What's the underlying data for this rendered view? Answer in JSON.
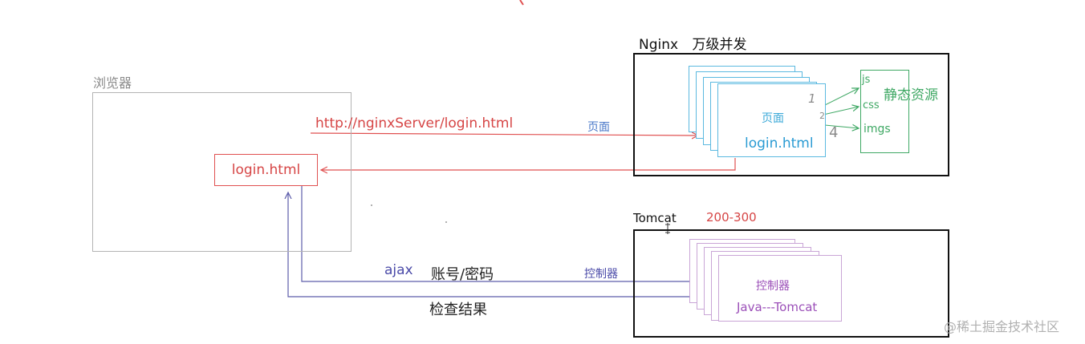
{
  "browser": {
    "label": "浏览器",
    "page": "login.html"
  },
  "nginx": {
    "title": "Nginx",
    "subtitle": "万级并发",
    "page_label": "页面",
    "page_file": "login.html",
    "static_title": "静态资源",
    "static_items": [
      "js",
      "css",
      "imgs"
    ],
    "marks": [
      "1",
      "2",
      "4"
    ]
  },
  "tomcat": {
    "title": "Tomcat",
    "range": "200-300",
    "controller_label": "控制器",
    "runtime": "Java---Tomcat"
  },
  "arrows": {
    "url": "http://nginxServer/login.html",
    "page": "页面",
    "ajax": "ajax",
    "credentials": "账号/密码",
    "controller": "控制器",
    "result": "检查结果"
  },
  "watermark": "@稀土掘金技术社区",
  "colors": {
    "request": "#e05050",
    "ajax": "#5d5dab",
    "nginx_page": "#5bb9e0",
    "static": "#3fa864",
    "tomcat_card": "#c9a5d6"
  }
}
